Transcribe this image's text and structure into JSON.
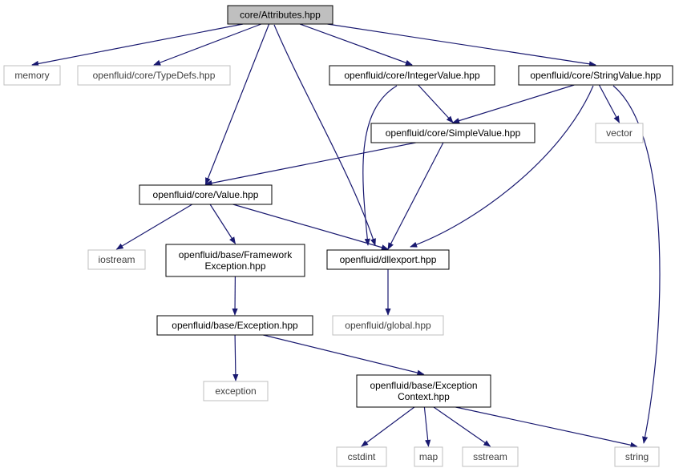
{
  "diagram": {
    "colors": {
      "edge": "#191970",
      "root_fill": "#bfbfbf",
      "root_border": "#000000",
      "node_border": "#000000",
      "external_border": "#bfbfbf",
      "background": "#ffffff"
    },
    "nodes": [
      {
        "id": "attributes",
        "lines": [
          "core/Attributes.hpp"
        ],
        "kind": "root"
      },
      {
        "id": "memory",
        "lines": [
          "memory"
        ],
        "kind": "external"
      },
      {
        "id": "typedefs",
        "lines": [
          "openfluid/core/TypeDefs.hpp"
        ],
        "kind": "external"
      },
      {
        "id": "integervalue",
        "lines": [
          "openfluid/core/IntegerValue.hpp"
        ],
        "kind": "internal"
      },
      {
        "id": "stringvalue",
        "lines": [
          "openfluid/core/StringValue.hpp"
        ],
        "kind": "internal"
      },
      {
        "id": "simplevalue",
        "lines": [
          "openfluid/core/SimpleValue.hpp"
        ],
        "kind": "internal"
      },
      {
        "id": "vector",
        "lines": [
          "vector"
        ],
        "kind": "external"
      },
      {
        "id": "value",
        "lines": [
          "openfluid/core/Value.hpp"
        ],
        "kind": "internal"
      },
      {
        "id": "iostream",
        "lines": [
          "iostream"
        ],
        "kind": "external"
      },
      {
        "id": "frameworkexception",
        "lines": [
          "openfluid/base/Framework",
          "Exception.hpp"
        ],
        "kind": "internal"
      },
      {
        "id": "dllexport",
        "lines": [
          "openfluid/dllexport.hpp"
        ],
        "kind": "internal"
      },
      {
        "id": "global",
        "lines": [
          "openfluid/global.hpp"
        ],
        "kind": "external"
      },
      {
        "id": "exceptionhpp",
        "lines": [
          "openfluid/base/Exception.hpp"
        ],
        "kind": "internal"
      },
      {
        "id": "exception",
        "lines": [
          "exception"
        ],
        "kind": "external"
      },
      {
        "id": "exceptioncontext",
        "lines": [
          "openfluid/base/Exception",
          "Context.hpp"
        ],
        "kind": "internal"
      },
      {
        "id": "cstdint",
        "lines": [
          "cstdint"
        ],
        "kind": "external"
      },
      {
        "id": "map",
        "lines": [
          "map"
        ],
        "kind": "external"
      },
      {
        "id": "sstream",
        "lines": [
          "sstream"
        ],
        "kind": "external"
      },
      {
        "id": "string",
        "lines": [
          "string"
        ],
        "kind": "external"
      }
    ],
    "edges": [
      {
        "from": "attributes",
        "to": "memory"
      },
      {
        "from": "attributes",
        "to": "typedefs"
      },
      {
        "from": "attributes",
        "to": "integervalue"
      },
      {
        "from": "attributes",
        "to": "stringvalue"
      },
      {
        "from": "attributes",
        "to": "value"
      },
      {
        "from": "attributes",
        "to": "dllexport"
      },
      {
        "from": "integervalue",
        "to": "simplevalue"
      },
      {
        "from": "integervalue",
        "to": "dllexport"
      },
      {
        "from": "stringvalue",
        "to": "simplevalue"
      },
      {
        "from": "stringvalue",
        "to": "vector"
      },
      {
        "from": "stringvalue",
        "to": "dllexport"
      },
      {
        "from": "stringvalue",
        "to": "string"
      },
      {
        "from": "simplevalue",
        "to": "value"
      },
      {
        "from": "simplevalue",
        "to": "dllexport"
      },
      {
        "from": "value",
        "to": "iostream"
      },
      {
        "from": "value",
        "to": "frameworkexception"
      },
      {
        "from": "value",
        "to": "dllexport"
      },
      {
        "from": "frameworkexception",
        "to": "exceptionhpp"
      },
      {
        "from": "dllexport",
        "to": "global"
      },
      {
        "from": "exceptionhpp",
        "to": "exception"
      },
      {
        "from": "exceptionhpp",
        "to": "exceptioncontext"
      },
      {
        "from": "exceptioncontext",
        "to": "cstdint"
      },
      {
        "from": "exceptioncontext",
        "to": "map"
      },
      {
        "from": "exceptioncontext",
        "to": "sstream"
      },
      {
        "from": "exceptioncontext",
        "to": "string"
      }
    ]
  }
}
